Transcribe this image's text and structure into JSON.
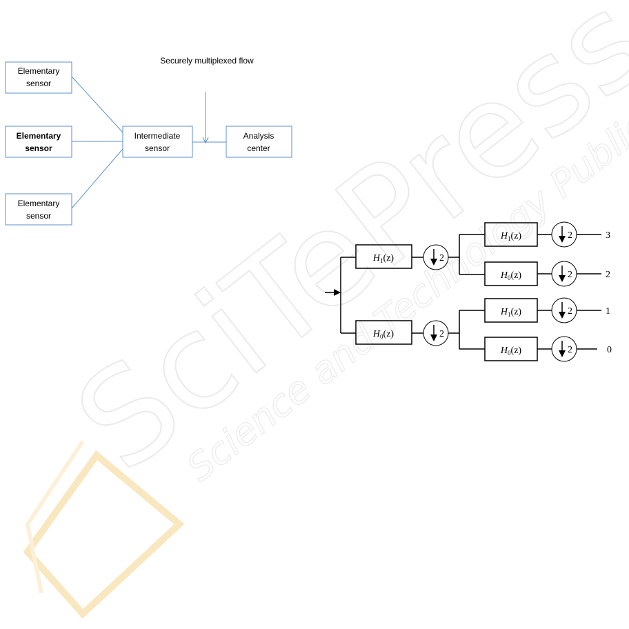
{
  "watermark": {
    "brand": "SciTePress",
    "subtitle": "Science and Technology Publications"
  },
  "sensor_diagram": {
    "flow_label": "Securely multiplexed flow",
    "elementary_sensors": [
      {
        "line1": "Elementary",
        "line2": "sensor"
      },
      {
        "line1": "Elementary",
        "line2": "sensor"
      },
      {
        "line1": "Elementary",
        "line2": "sensor"
      }
    ],
    "intermediate_sensor": {
      "line1": "Intermediate",
      "line2": "sensor"
    },
    "analysis_center": {
      "line1": "Analysis",
      "line2": "center"
    },
    "colors": {
      "box_border": "#5b8fd0",
      "connector": "#5b8fd0"
    }
  },
  "filter_bank": {
    "stage1": [
      {
        "filter": "H",
        "sub": "1",
        "arg": "(z)"
      },
      {
        "filter": "H",
        "sub": "0",
        "arg": "(z)"
      }
    ],
    "stage2": [
      {
        "filter": "H",
        "sub": "1",
        "arg": "(z)",
        "output": "3"
      },
      {
        "filter": "H",
        "sub": "0",
        "arg": "(z)",
        "output": "2"
      },
      {
        "filter": "H",
        "sub": "1",
        "arg": "(z)",
        "output": "1"
      },
      {
        "filter": "H",
        "sub": "0",
        "arg": "(z)",
        "output": "0"
      }
    ],
    "downsample_factor": "2"
  }
}
